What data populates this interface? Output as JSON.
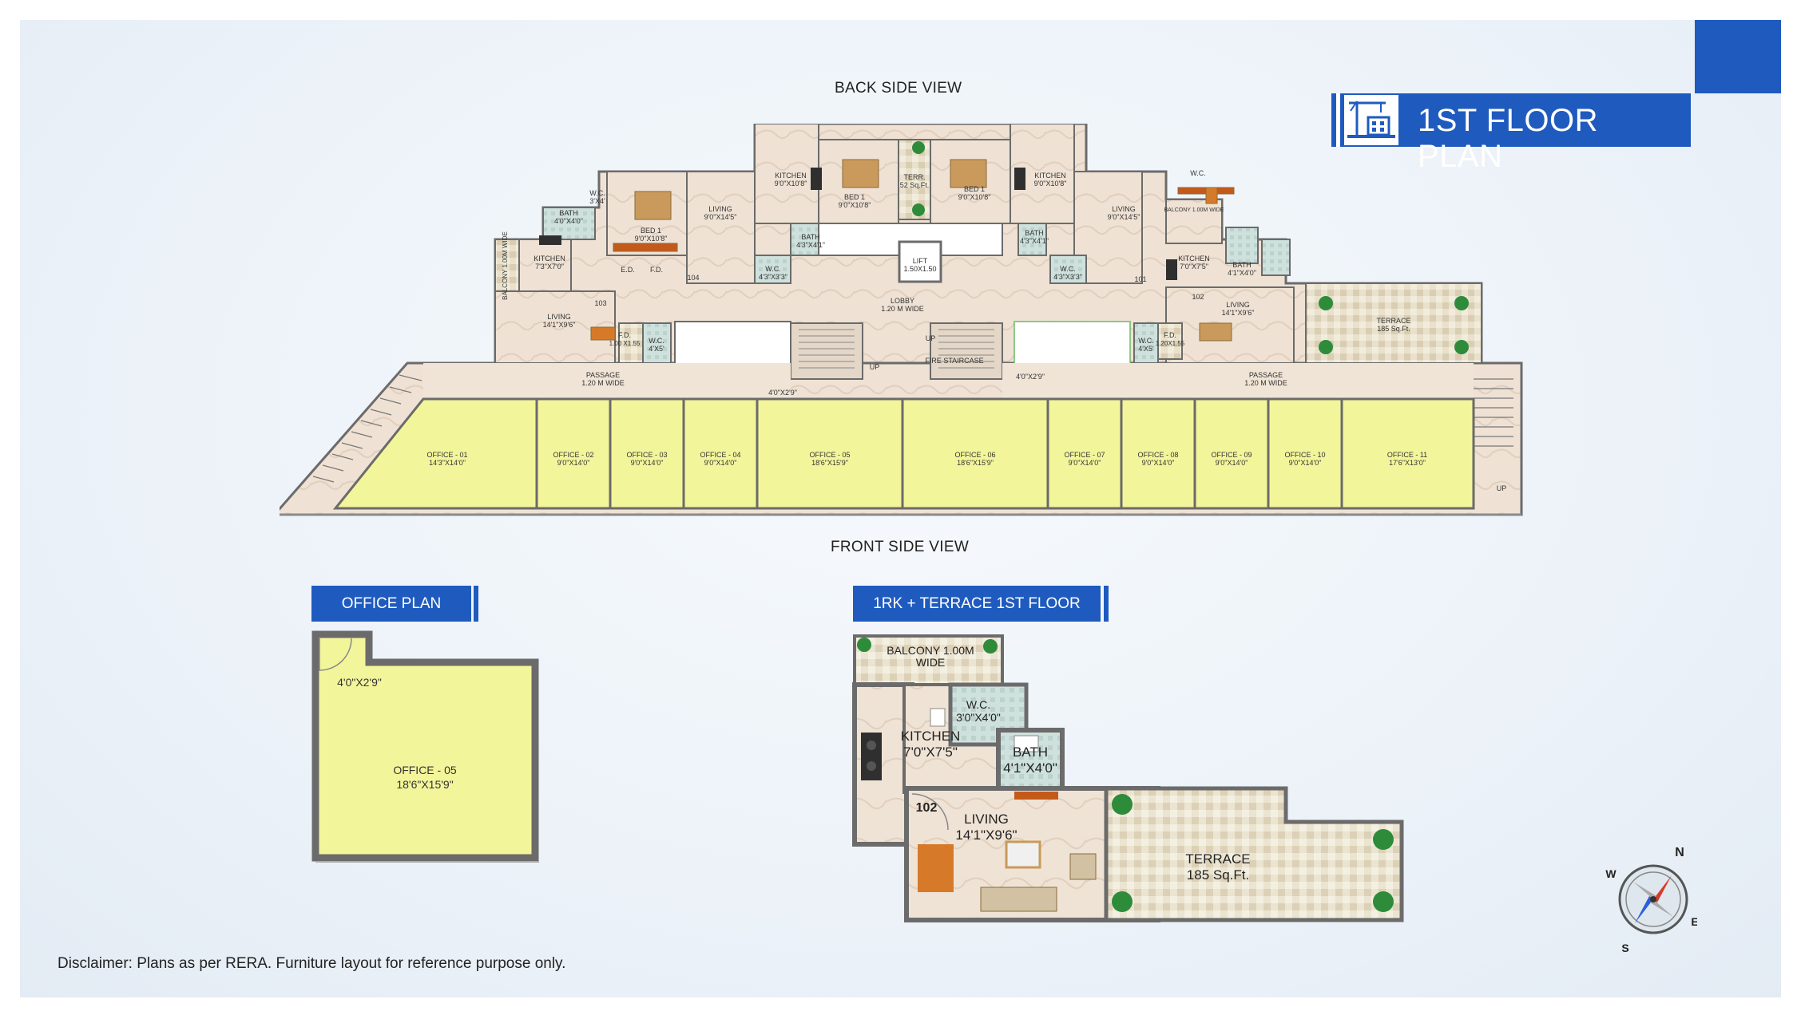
{
  "title": "1ST FLOOR PLAN",
  "headings": {
    "back": "BACK SIDE VIEW",
    "front": "FRONT SIDE VIEW"
  },
  "disclaimer": "Disclaimer: Plans as per RERA. Furniture layout for reference purpose only.",
  "colors": {
    "brand_blue": "#1f5bbf",
    "office_yellow": "#f3f59a",
    "wall": "#6b6b6b",
    "floor_marble": "#efe4d8"
  },
  "icons": {
    "title": "building-crane-icon",
    "compass": "compass-icon"
  },
  "main_plan": {
    "offices": [
      {
        "name": "OFFICE - 01",
        "size": "14'3\"X14'0\""
      },
      {
        "name": "OFFICE - 02",
        "size": "9'0\"X14'0\""
      },
      {
        "name": "OFFICE - 03",
        "size": "9'0\"X14'0\""
      },
      {
        "name": "OFFICE - 04",
        "size": "9'0\"X14'0\""
      },
      {
        "name": "OFFICE - 05",
        "size": "18'6\"X15'9\""
      },
      {
        "name": "OFFICE - 06",
        "size": "18'6\"X15'9\""
      },
      {
        "name": "OFFICE - 07",
        "size": "9'0\"X14'0\""
      },
      {
        "name": "OFFICE - 08",
        "size": "9'0\"X14'0\""
      },
      {
        "name": "OFFICE - 09",
        "size": "9'0\"X14'0\""
      },
      {
        "name": "OFFICE - 10",
        "size": "9'0\"X14'0\""
      },
      {
        "name": "OFFICE - 11",
        "size": "17'6\"X13'0\""
      }
    ],
    "passage_left": {
      "name": "PASSAGE",
      "size": "1.20 M WIDE"
    },
    "passage_right": {
      "name": "PASSAGE",
      "size": "1.20 M WIDE"
    },
    "lobby": {
      "name": "LOBBY",
      "size": "1.20 M WIDE"
    },
    "lift": {
      "name": "LIFT",
      "size": "1.50X1.50"
    },
    "fire_staircase": "FIRE STAIRCASE",
    "up": "UP",
    "door_size": "4'0\"X2'9\"",
    "units": {
      "u101": "101",
      "u102": "102",
      "u103": "103",
      "u104": "104",
      "kitchen_a": {
        "name": "KITCHEN",
        "size": "9'0\"X10'8\""
      },
      "kitchen_b": {
        "name": "KITCHEN",
        "size": "7'3\"X7'0\""
      },
      "kitchen_c": {
        "name": "KITCHEN",
        "size": "7'0\"X7'5\""
      },
      "bed_a": {
        "name": "BED 1",
        "size": "9'0\"X10'8\""
      },
      "living_a": {
        "name": "LIVING",
        "size": "9'0\"X14'5\""
      },
      "living_b": {
        "name": "LIVING",
        "size": "14'1\"X9'6\""
      },
      "bath_a": {
        "name": "BATH",
        "size": "4'0\"X4'0\""
      },
      "bath_b": {
        "name": "BATH",
        "size": "4'3\"X4'1\""
      },
      "bath_c": {
        "name": "BATH",
        "size": "4'1\"X4'0\""
      },
      "wc_a": {
        "name": "W.C.",
        "size": "3'X4'"
      },
      "wc_b": {
        "name": "W.C.",
        "size": "4'3\"X3'3\""
      },
      "wc_c": {
        "name": "W.C.",
        "size": "4'X5'"
      },
      "terr": {
        "name": "TERR.",
        "size": "52 Sq.Ft."
      },
      "terrace": {
        "name": "TERRACE",
        "size": "185 Sq.Ft."
      },
      "balcony": "BALCONY 1.00M WIDE",
      "fd_a": {
        "name": "F.D.",
        "size": "1.00 X1.55"
      },
      "fd_b": {
        "name": "F.D.",
        "size": "1.20X1.55"
      },
      "ed": "E.D.",
      "fd": "F.D."
    }
  },
  "office_plan": {
    "label": "OFFICE PLAN",
    "door": "4'0\"X2'9\"",
    "room": "OFFICE - 05",
    "size": "18'6\"X15'9\""
  },
  "rk_plan": {
    "label": "1RK + TERRACE 1ST FLOOR",
    "balcony": "BALCONY 1.00M",
    "balcony_wide": "WIDE",
    "kitchen": "KITCHEN",
    "kitchen_size": "7'0\"X7'5\"",
    "wc": "W.C.",
    "wc_size": "3'0\"X4'0\"",
    "bath": "BATH",
    "bath_size": "4'1\"X4'0\"",
    "unit": "102",
    "living": "LIVING",
    "living_size": "14'1\"X9'6\"",
    "terrace": "TERRACE",
    "terrace_size": "185 Sq.Ft."
  },
  "compass": {
    "n": "N",
    "s": "S",
    "e": "E",
    "w": "W"
  }
}
